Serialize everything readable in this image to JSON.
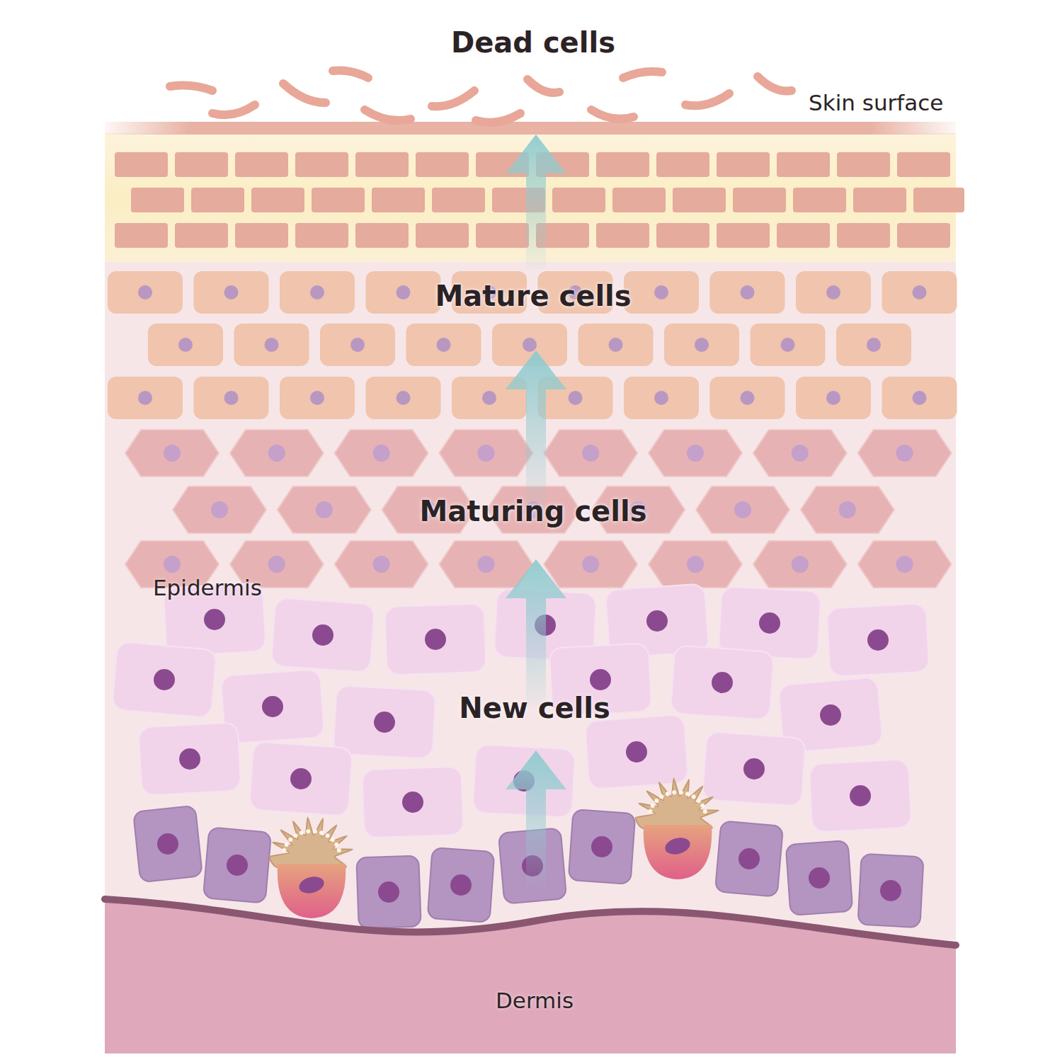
{
  "diagram": {
    "title": "Dead cells",
    "labels": [
      "Skin surface",
      "Mature cells",
      "Maturing cells",
      "New cells",
      "Epidermis",
      "Dermis"
    ]
  }
}
